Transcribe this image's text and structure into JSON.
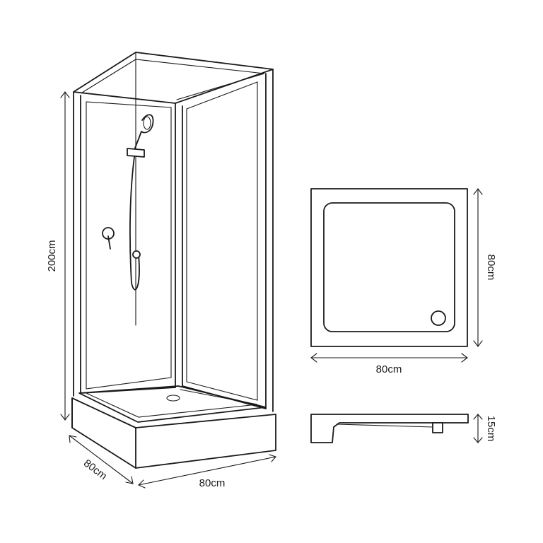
{
  "dimensions": {
    "height": "200cm",
    "depth": "80cm",
    "width": "80cm",
    "tray_width": "80cm",
    "tray_depth": "80cm",
    "tray_height": "15cm"
  },
  "colors": {
    "line": "#1a1a1a",
    "background": "#ffffff"
  }
}
